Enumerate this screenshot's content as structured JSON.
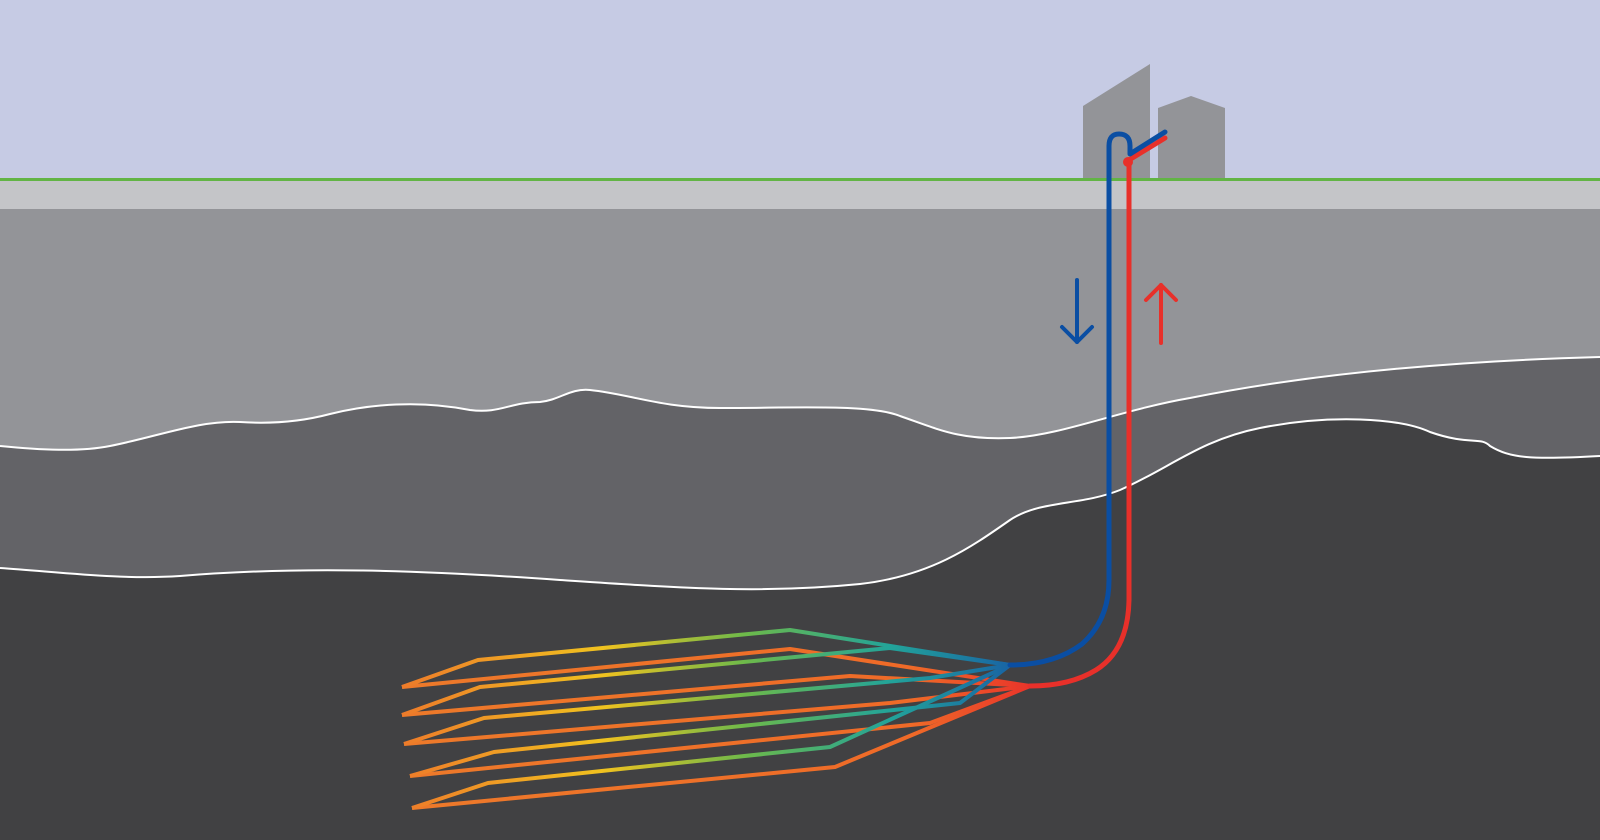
{
  "diagram": {
    "kind": "closed-loop geothermal well cross-section",
    "colors": {
      "sky": "#c6cbe4",
      "ground_line": "#62b445",
      "topsoil": "#c4c5c8",
      "upper_layer": "#939498",
      "middle_layer": "#636367",
      "deep_layer": "#414143",
      "layer_boundary": "#ffffff",
      "building": "#939498",
      "cold_fluid": "#0a4ea3",
      "hot_fluid": "#e8302a",
      "loop_gradient": [
        "#ed7a2a",
        "#f1c21f",
        "#6cb94b",
        "#22a39a",
        "#175aa6"
      ]
    },
    "elements": {
      "surface": "ground-surface",
      "buildings": [
        "tall-building",
        "short-building"
      ],
      "strata": [
        "topsoil",
        "upper-rock-layer",
        "middle-rock-layer",
        "deep-hot-rock-layer"
      ],
      "wells": [
        "injection-pipe",
        "production-pipe"
      ],
      "flow_indicators": [
        "downflow-arrow",
        "upflow-arrow"
      ],
      "lateral_loops": 5
    }
  }
}
